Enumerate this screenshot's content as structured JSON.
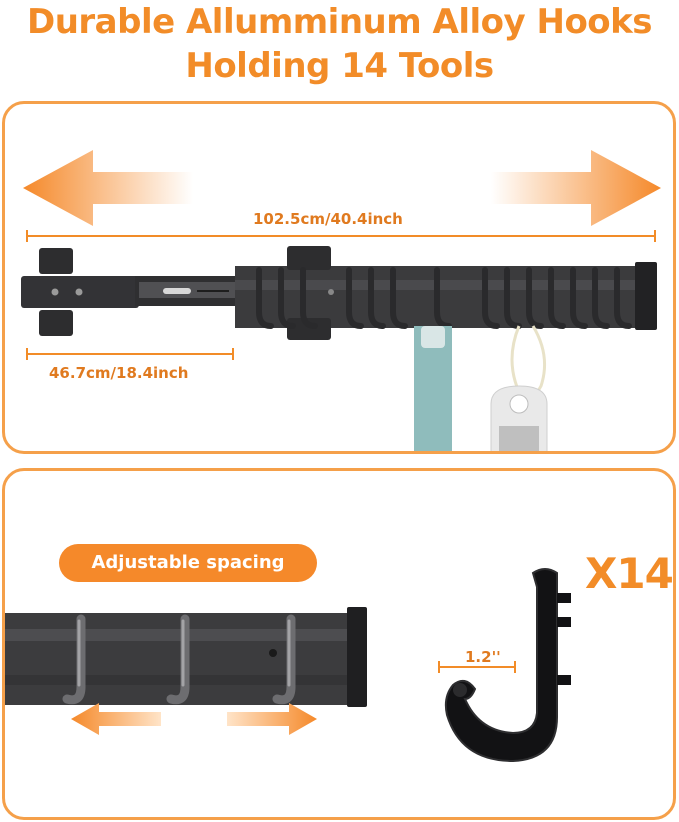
{
  "headline": {
    "line1": "Durable Allumminum Alloy Hooks",
    "line2": "Holding 14 Tools"
  },
  "top_panel": {
    "total_length_label": "102.5cm/40.4inch",
    "collapsed_length_label": "46.7cm/18.4inch"
  },
  "bottom_panel": {
    "spacing_label": "Adjustable spacing",
    "hook_count_label": "X14",
    "hook_width_label": "1.2''"
  },
  "colors": {
    "accent_orange": "#f28c28",
    "panel_border": "#f5a04a",
    "rail_dark": "#3a3a3c",
    "tool_teal": "#8fbcbc"
  }
}
